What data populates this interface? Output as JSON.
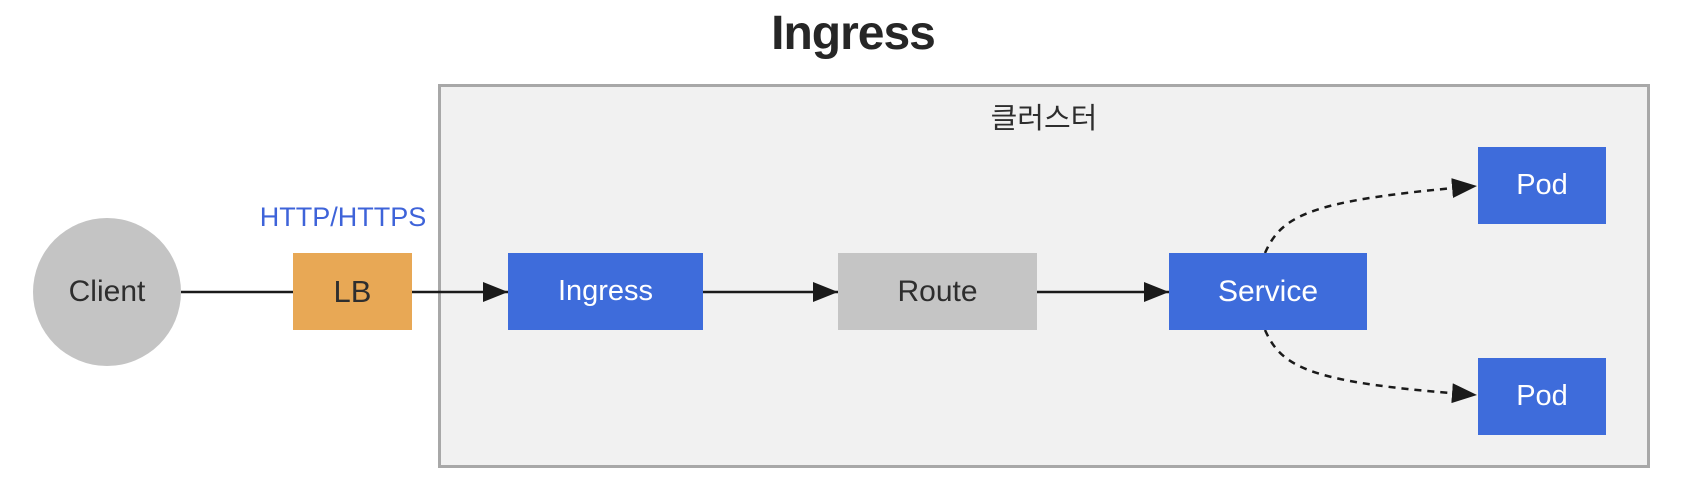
{
  "title": "Ingress",
  "cluster": {
    "label": "클러스터"
  },
  "nodes": {
    "client": {
      "label": "Client",
      "shape": "circle",
      "color": "#c4c4c4"
    },
    "lb": {
      "label": "LB",
      "shape": "rect",
      "color": "#e8a855"
    },
    "ingress": {
      "label": "Ingress",
      "shape": "rect",
      "color": "#3e6cdb"
    },
    "route": {
      "label": "Route",
      "shape": "rect",
      "color": "#c5c5c5"
    },
    "service": {
      "label": "Service",
      "shape": "rect",
      "color": "#3e6cdb"
    },
    "pod_top": {
      "label": "Pod",
      "shape": "rect",
      "color": "#3e6cdb"
    },
    "pod_bottom": {
      "label": "Pod",
      "shape": "rect",
      "color": "#3e6cdb"
    }
  },
  "edges": [
    {
      "from": "client",
      "to": "lb",
      "label": "HTTP/HTTPS",
      "style": "solid",
      "arrow": false
    },
    {
      "from": "lb",
      "to": "ingress",
      "label": "",
      "style": "solid",
      "arrow": true
    },
    {
      "from": "ingress",
      "to": "route",
      "label": "",
      "style": "solid",
      "arrow": true
    },
    {
      "from": "route",
      "to": "service",
      "label": "",
      "style": "solid",
      "arrow": true
    },
    {
      "from": "service",
      "to": "pod_top",
      "label": "",
      "style": "dashed",
      "arrow": true
    },
    {
      "from": "service",
      "to": "pod_bottom",
      "label": "",
      "style": "dashed",
      "arrow": true
    }
  ],
  "colors": {
    "node-blue": "#3e6cdb",
    "node-orange": "#e8a855",
    "node-gray": "#c5c5c5",
    "client-gray": "#c4c4c4",
    "cluster-bg": "#f1f1f1",
    "cluster-border": "#a8a8a8",
    "line": "#1a1a1a",
    "edge-label-blue": "#3e63d9",
    "text-dark": "#2e2e2e",
    "title-color": "#262626"
  }
}
